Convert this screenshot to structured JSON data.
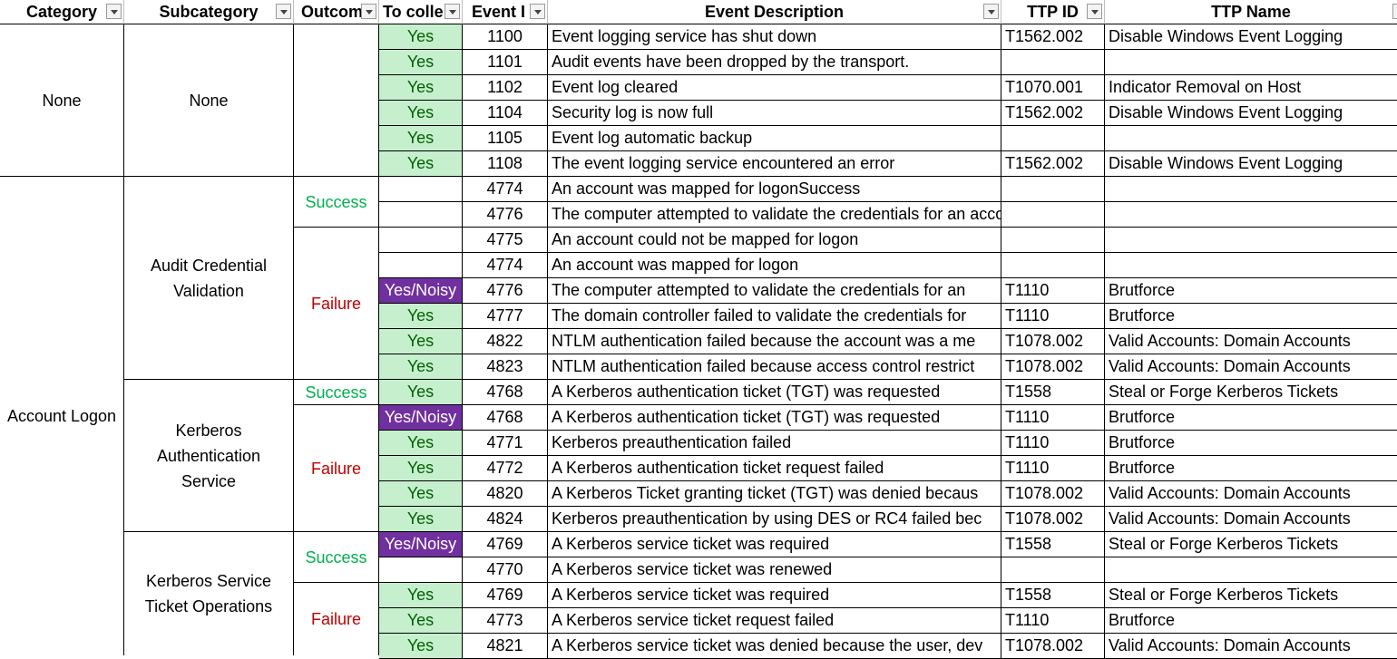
{
  "headers": {
    "category": "Category",
    "subcategory": "Subcategory",
    "outcome": "Outcom",
    "to_collect": "To colle",
    "event_id": "Event I",
    "event_description": "Event Description",
    "ttp_id": "TTP ID",
    "ttp_name": "TTP Name"
  },
  "categories": [
    {
      "label": "None"
    },
    {
      "label": "Account Logon"
    }
  ],
  "subcategories": [
    {
      "label": "None"
    },
    {
      "label": "Audit Credential Validation"
    },
    {
      "label": "Kerberos Authentication Service"
    },
    {
      "label": "Kerberos Service Ticket Operations"
    }
  ],
  "outcomes": [
    {
      "label": ""
    },
    {
      "label": "Success"
    },
    {
      "label": "Failure"
    },
    {
      "label": "Success"
    },
    {
      "label": "Failure"
    },
    {
      "label": "Success"
    },
    {
      "label": "Failure"
    }
  ],
  "rows": [
    {
      "collect": "Yes",
      "event": "1100",
      "desc": "Event logging service has shut down",
      "ttp_id": "T1562.002",
      "ttp_name": "Disable Windows Event Logging"
    },
    {
      "collect": "Yes",
      "event": "1101",
      "desc": "Audit events have been dropped by the transport.",
      "ttp_id": "",
      "ttp_name": ""
    },
    {
      "collect": "Yes",
      "event": "1102",
      "desc": "Event log cleared",
      "ttp_id": "T1070.001",
      "ttp_name": "Indicator Removal on Host"
    },
    {
      "collect": "Yes",
      "event": "1104",
      "desc": "Security log is now full",
      "ttp_id": "T1562.002",
      "ttp_name": "Disable Windows Event Logging"
    },
    {
      "collect": "Yes",
      "event": "1105",
      "desc": "Event log automatic backup",
      "ttp_id": "",
      "ttp_name": ""
    },
    {
      "collect": "Yes",
      "event": "1108",
      "desc": "The event logging service encountered an error",
      "ttp_id": "T1562.002",
      "ttp_name": "Disable Windows Event Logging"
    },
    {
      "collect": "",
      "event": "4774",
      "desc": "An account was mapped for logonSuccess",
      "ttp_id": "",
      "ttp_name": ""
    },
    {
      "collect": "",
      "event": "4776",
      "desc": "The computer attempted to validate the credentials for an account",
      "ttp_id": "",
      "ttp_name": ""
    },
    {
      "collect": "",
      "event": "4775",
      "desc": "An account could not be mapped for logon",
      "ttp_id": "",
      "ttp_name": ""
    },
    {
      "collect": "",
      "event": "4774",
      "desc": "An account was mapped for logon",
      "ttp_id": "",
      "ttp_name": ""
    },
    {
      "collect": "Yes/Noisy",
      "event": "4776",
      "desc": "The computer attempted to validate the credentials for an",
      "ttp_id": "T1110",
      "ttp_name": "Brutforce"
    },
    {
      "collect": "Yes",
      "event": "4777",
      "desc": "The domain controller failed to validate the credentials for",
      "ttp_id": "T1110",
      "ttp_name": "Brutforce"
    },
    {
      "collect": "Yes",
      "event": "4822",
      "desc": "NTLM authentication failed because the account was a me",
      "ttp_id": "T1078.002",
      "ttp_name": "Valid Accounts: Domain Accounts"
    },
    {
      "collect": "Yes",
      "event": "4823",
      "desc": "NTLM authentication failed because access control restrict",
      "ttp_id": "T1078.002",
      "ttp_name": "Valid Accounts: Domain Accounts"
    },
    {
      "collect": "Yes",
      "event": "4768",
      "desc": "A Kerberos authentication ticket (TGT) was requested",
      "ttp_id": "T1558",
      "ttp_name": "Steal or Forge Kerberos Tickets"
    },
    {
      "collect": "Yes/Noisy",
      "event": "4768",
      "desc": "A Kerberos authentication ticket (TGT) was requested",
      "ttp_id": "T1110",
      "ttp_name": "Brutforce"
    },
    {
      "collect": "Yes",
      "event": "4771",
      "desc": "Kerberos preauthentication failed",
      "ttp_id": "T1110",
      "ttp_name": "Brutforce"
    },
    {
      "collect": "Yes",
      "event": "4772",
      "desc": "A Kerberos authentication ticket request failed",
      "ttp_id": "T1110",
      "ttp_name": "Brutforce"
    },
    {
      "collect": "Yes",
      "event": "4820",
      "desc": "A Kerberos Ticket granting ticket (TGT) was denied becaus",
      "ttp_id": "T1078.002",
      "ttp_name": "Valid Accounts: Domain Accounts"
    },
    {
      "collect": "Yes",
      "event": "4824",
      "desc": "Kerberos preauthentication by using DES or RC4 failed bec",
      "ttp_id": "T1078.002",
      "ttp_name": "Valid Accounts: Domain Accounts"
    },
    {
      "collect": "Yes/Noisy",
      "event": "4769",
      "desc": "A Kerberos service ticket was required",
      "ttp_id": "T1558",
      "ttp_name": "Steal or Forge Kerberos Tickets"
    },
    {
      "collect": "",
      "event": "4770",
      "desc": "A Kerberos service ticket was renewed",
      "ttp_id": "",
      "ttp_name": ""
    },
    {
      "collect": "Yes",
      "event": "4769",
      "desc": "A Kerberos service ticket was required",
      "ttp_id": "T1558",
      "ttp_name": "Steal or Forge Kerberos Tickets"
    },
    {
      "collect": "Yes",
      "event": "4773",
      "desc": "A Kerberos service ticket request failed",
      "ttp_id": "T1110",
      "ttp_name": "Brutforce"
    },
    {
      "collect": "Yes",
      "event": "4821",
      "desc": "A Kerberos service ticket was denied because the user, dev",
      "ttp_id": "T1078.002",
      "ttp_name": "Valid Accounts: Domain Accounts"
    }
  ],
  "colors": {
    "yes_fill": "#c6efce",
    "yes_text": "#006100",
    "noisy_fill": "#7030a0",
    "noisy_text": "#ffffff",
    "success_text": "#00b050",
    "failure_text": "#c00000"
  }
}
